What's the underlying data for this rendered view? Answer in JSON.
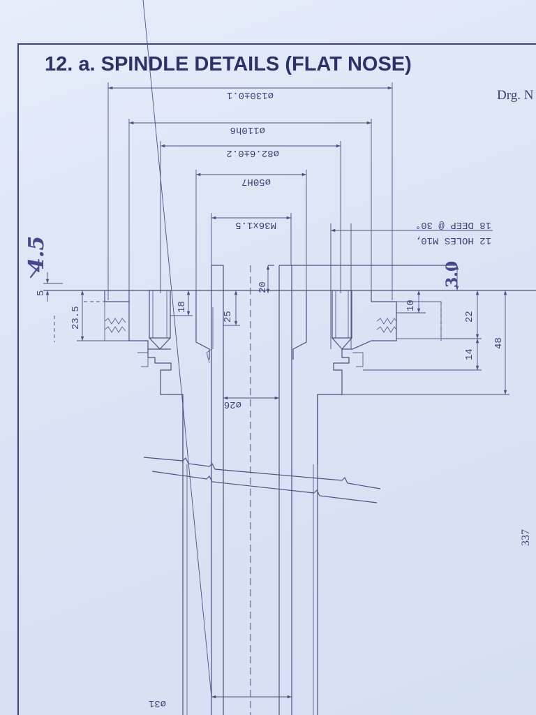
{
  "title": "12.  a. SPINDLE DETAILS (FLAT NOSE)",
  "drawing_number_label": "Drg. N",
  "page_number": "337",
  "dimensions": {
    "d130": "ø130±0.1",
    "d110": "ø110h6",
    "d82": "ø82.6±0.2",
    "d50": "ø50H7",
    "thread": "M36x1.5",
    "d26": "ø26",
    "d31": "ø31",
    "v5": "5",
    "v23_5": "23.5",
    "v18": "18",
    "v25": "25",
    "v20": "20",
    "v10": "10",
    "v22": "22",
    "v14": "14",
    "v48": "48"
  },
  "notes": {
    "holes_line1": "12 HOLES M10,",
    "holes_line2": "18 DEEP @ 30°"
  },
  "handwritten": {
    "left": "4.5",
    "right": "3.0"
  }
}
